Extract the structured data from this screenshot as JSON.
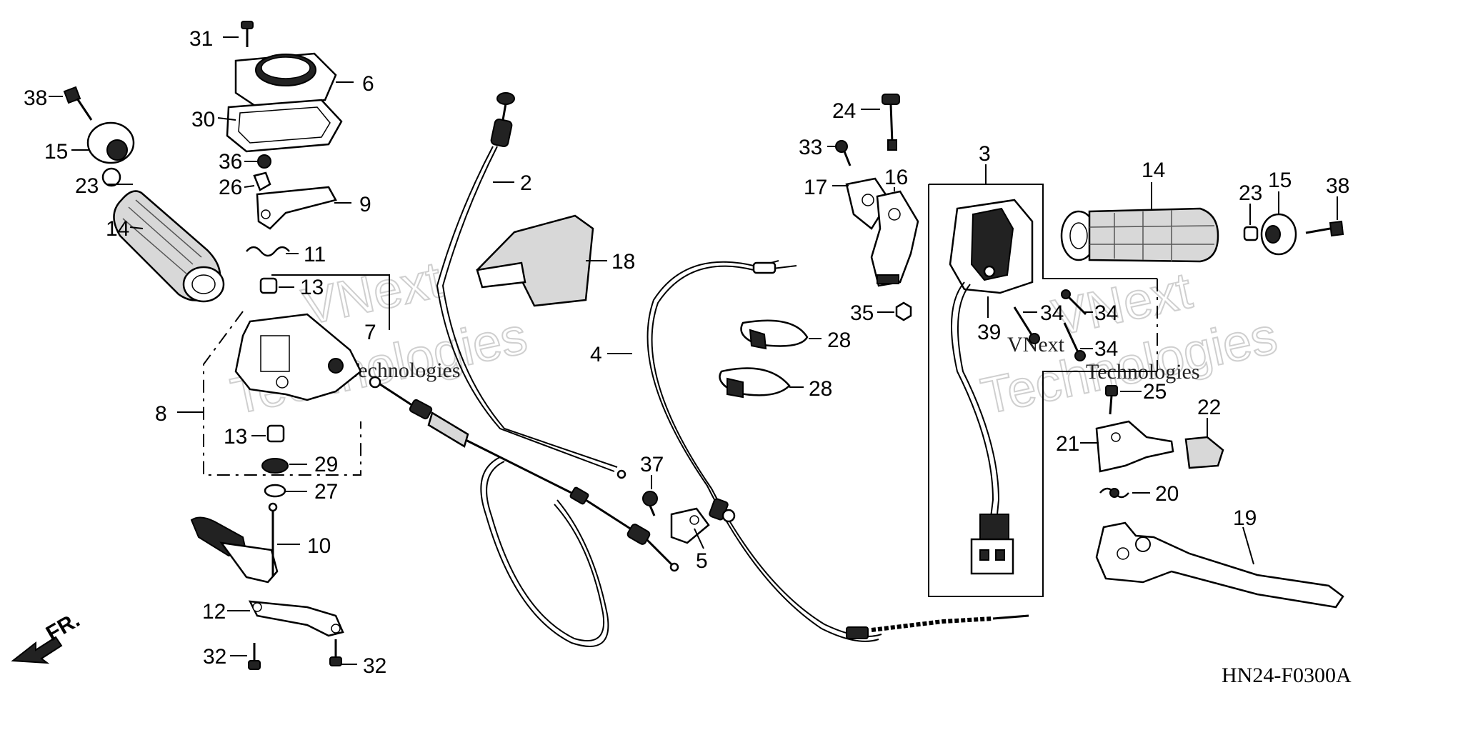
{
  "diagram_code": "HN24-F0300A",
  "direction_label": "FR.",
  "watermark": {
    "brand_line1": "VNext",
    "brand_line2": "Technologies"
  },
  "labels": {
    "l31": "31",
    "l6": "6",
    "l38a": "38",
    "l30": "30",
    "l15a": "15",
    "l36": "36",
    "l23a": "23",
    "l26": "26",
    "l9": "9",
    "l14a": "14",
    "l11": "11",
    "l13a": "13",
    "l7": "7",
    "l8": "8",
    "l13b": "13",
    "l29": "29",
    "l27": "27",
    "l10": "10",
    "l12": "12",
    "l32a": "32",
    "l32b": "32",
    "l2": "2",
    "l18": "18",
    "l4": "4",
    "l37": "37",
    "l5": "5",
    "l28a": "28",
    "l28b": "28",
    "l24": "24",
    "l33": "33",
    "l17": "17",
    "l16": "16",
    "l35": "35",
    "l3": "3",
    "l39": "39",
    "l34a": "34",
    "l34b": "34",
    "l34c": "34",
    "l14b": "14",
    "l23b": "23",
    "l15b": "15",
    "l38b": "38",
    "l25": "25",
    "l22": "22",
    "l21": "21",
    "l20": "20",
    "l19": "19"
  }
}
